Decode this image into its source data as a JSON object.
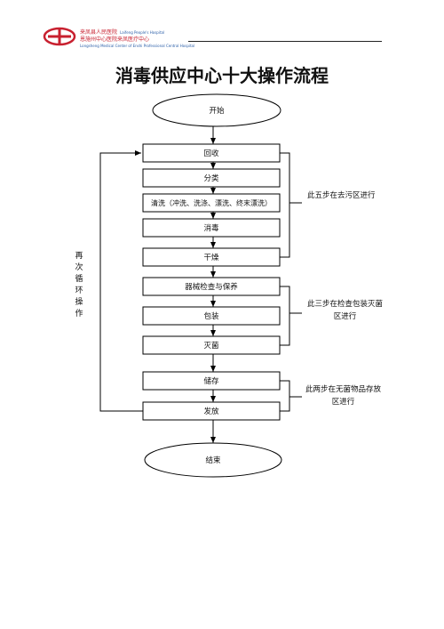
{
  "header": {
    "hospital_name_cn": "来凤县人民医院",
    "hospital_name_en": "Laifeng People's Hospital",
    "center_name_cn": "恩施州中心医院来凤医疗中心",
    "center_name_en": "Longsheng Medical Center of Enshi Professional Central Hospital",
    "logo_icon": "hospital-logo-icon",
    "brand_color": "#c8202f",
    "accent_color": "#2a5ea8"
  },
  "title": "消毒供应中心十大操作流程",
  "nodes": {
    "start": "开始",
    "recycle": "回收",
    "sort": "分类",
    "wash": "清洗（冲洗、洗涤、漂洗、终末漂洗）",
    "disinfect": "消毒",
    "dry": "干燥",
    "inspect": "器械检查与保养",
    "pack": "包装",
    "sterilize": "灭菌",
    "store": "储存",
    "dispatch": "发放",
    "end": "结束"
  },
  "annotations": {
    "dirty_area": "此五步在去污区进行",
    "clean_area_line1": "此三步在检查包装灭菌",
    "clean_area_line2": "区进行",
    "sterile_area_line1": "此两步在无菌物品存放",
    "sterile_area_line2": "区进行"
  },
  "loop_label": "再次循环操作"
}
